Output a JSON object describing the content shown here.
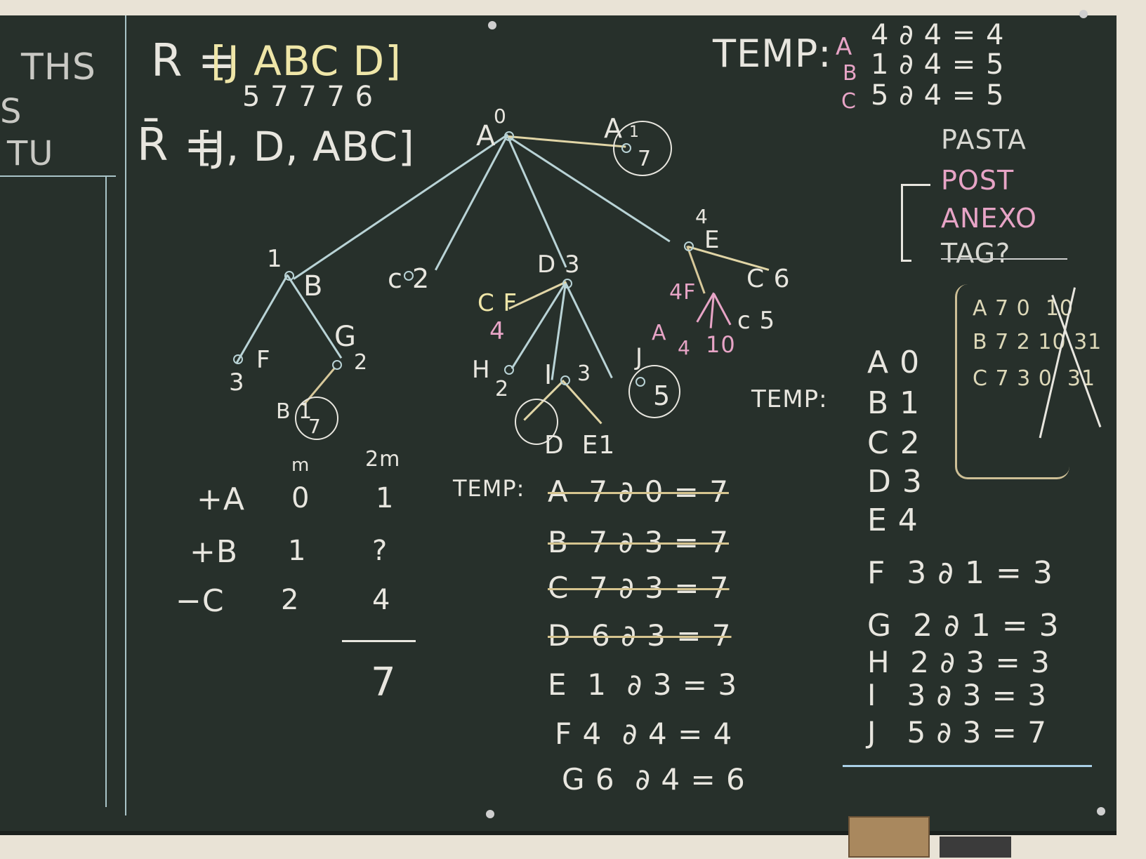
{
  "left_partial": {
    "line1": "THS",
    "line2": "S",
    "line3": "TU"
  },
  "r_def": {
    "label": "R =",
    "items": "[J ABC D]",
    "weights": "5 7 7 7 6"
  },
  "rbar_def": {
    "label": "R̄ =",
    "items": "[J, D, ABC]"
  },
  "temp_top": {
    "label": "TEMP:",
    "rows": [
      {
        "node": "A",
        "value": "4 ∂ 4 = 4"
      },
      {
        "node": "B",
        "value": "1 ∂ 4 = 5"
      },
      {
        "node": "C",
        "value": "5 ∂ 4 = 5"
      }
    ]
  },
  "menu": {
    "items": [
      "PASTA",
      "POST",
      "ANEXO",
      "TAG?"
    ]
  },
  "tree": {
    "A": "A",
    "A_val": "0",
    "A1": "A",
    "A1_val": "1",
    "A1_w": "7",
    "E": "E",
    "E_val": "4",
    "C6": "C 6",
    "4F": "4F",
    "B": "B",
    "B_val": "1",
    "c2": "c 2",
    "D3": "D 3",
    "CF": "C F",
    "CF_val": "4",
    "F": "F",
    "F_val": "3",
    "G": "G",
    "G_val": "2",
    "B71": "B 1",
    "B71_w": "7",
    "H": "H",
    "H_val": "2",
    "I": "I",
    "I_val": "3",
    "J": "J",
    "J_val": "5",
    "DE": "D  E1",
    "leafA": "A",
    "leafA_val": "4",
    "leaf10": "10",
    "leafC5": "c 5"
  },
  "box": {
    "rows": [
      "A 7 0  10",
      "B 7 2 10 31",
      "C 7 3 0  31"
    ]
  },
  "calc": {
    "header_m": "m",
    "header_2m": "2m",
    "rows": [
      {
        "sign": "+A",
        "m": "0",
        "m2": "1"
      },
      {
        "sign": "+B",
        "m": "1",
        "m2": "?"
      },
      {
        "sign": "−C",
        "m": "2",
        "m2": "4"
      }
    ],
    "total": "7"
  },
  "temp_mid": {
    "label": "TEMP:",
    "rows": [
      {
        "text": "A  7 ∂ 0 = 7",
        "struck": true
      },
      {
        "text": "B  7 ∂ 3 = 7",
        "struck": true
      },
      {
        "text": "C  7 ∂ 3 = 7",
        "struck": true
      },
      {
        "text": "D  6 ∂ 3 = 7",
        "struck": true
      },
      {
        "text": "E  1  ∂ 3 = 3",
        "struck": false
      },
      {
        "text": "F 4  ∂ 4 = 4",
        "struck": false
      },
      {
        "text": "G 6  ∂ 4 = 6",
        "struck": false
      }
    ]
  },
  "temp_right": {
    "label": "TEMP:",
    "rows": [
      {
        "text": "A 0"
      },
      {
        "text": "B 1"
      },
      {
        "text": "C 2"
      },
      {
        "text": "D 3"
      },
      {
        "text": "E 4"
      },
      {
        "text": "F  3 ∂ 1 = 3"
      },
      {
        "text": "G  2 ∂ 1 = 3"
      },
      {
        "text": "H  2 ∂ 3 = 3"
      },
      {
        "text": "I   3 ∂ 3 = 3"
      },
      {
        "text": "J   5 ∂ 3 = 7"
      }
    ]
  }
}
